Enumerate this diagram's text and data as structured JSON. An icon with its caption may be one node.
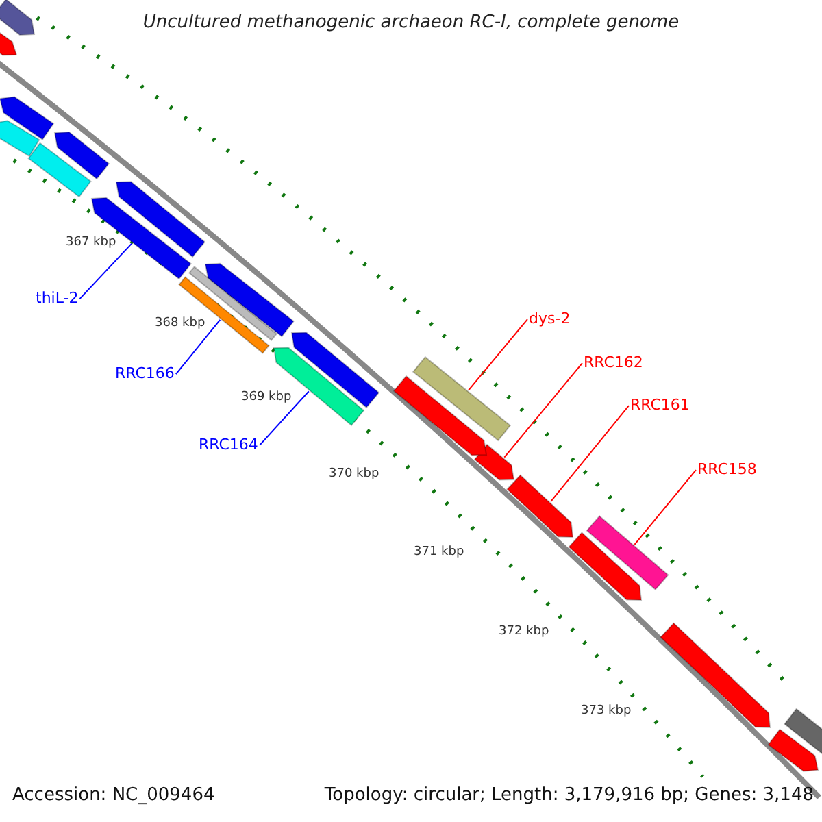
{
  "diagram": {
    "title": "Uncultured methanogenic archaeon RC-I, complete genome",
    "nodes": [
      {
        "text": [
          "thiL-2"
        ]
      },
      {
        "text": [],
        "shape": "arrow"
      },
      {
        "text": [
          "RRC166"
        ]
      },
      {
        "text": [],
        "shape": "bar"
      },
      {
        "text": [
          "RRC164"
        ]
      },
      {
        "text": [],
        "shape": "arrow"
      },
      {
        "text": [
          "dys-2"
        ]
      },
      {
        "text": [],
        "shape": "bar"
      },
      {
        "text": [
          "RRC162"
        ]
      },
      {
        "text": [],
        "shape": "arrow"
      },
      {
        "text": [
          "RRC161"
        ]
      },
      {
        "text": [],
        "shape": "arrow"
      },
      {
        "text": [
          "RRC158"
        ]
      },
      {
        "text": [],
        "shape": "bar"
      },
      {
        "text": [],
        "shape": "arrow"
      },
      {
        "text": [],
        "shape": "arrow"
      },
      {
        "text": [],
        "shape": "arrow"
      },
      {
        "text": [],
        "shape": "arrow"
      },
      {
        "text": [],
        "shape": "arrow"
      },
      {
        "text": [],
        "shape": "bar"
      },
      {
        "text": [],
        "shape": "arrow"
      },
      {
        "text": [],
        "shape": "arrow"
      },
      {
        "text": [],
        "shape": "bar"
      },
      {
        "text": [],
        "shape": "arrow"
      },
      {
        "text": [],
        "shape": "arrow"
      },
      {
        "text": [],
        "shape": "arrow"
      },
      {
        "text": [],
        "shape": "arrow"
      },
      {
        "text": [],
        "shape": "arrow"
      },
      {
        "text": [],
        "shape": "bar"
      }
    ],
    "edges": [
      {
        "from": 0,
        "to": 1,
        "arrow": "none",
        "color": "#0000ff"
      },
      {
        "from": 2,
        "to": 3,
        "arrow": "none",
        "color": "#0000ff"
      },
      {
        "from": 4,
        "to": 5,
        "arrow": "none",
        "color": "#0000ff"
      },
      {
        "from": 6,
        "to": 7,
        "arrow": "none",
        "color": "#ff0000"
      },
      {
        "from": 8,
        "to": 9,
        "arrow": "none",
        "color": "#ff0000"
      },
      {
        "from": 10,
        "to": 11,
        "arrow": "none",
        "color": "#ff0000"
      },
      {
        "from": 12,
        "to": 13,
        "arrow": "none",
        "color": "#ff0000"
      }
    ],
    "labels": [
      "367 kbp",
      "368 kbp",
      "369 kbp",
      "370 kbp",
      "371 kbp",
      "372 kbp",
      "373 kbp",
      "Accession: NC_009464",
      "Topology: circular; Length: 3,179,916 bp; Genes: 3,148"
    ]
  }
}
